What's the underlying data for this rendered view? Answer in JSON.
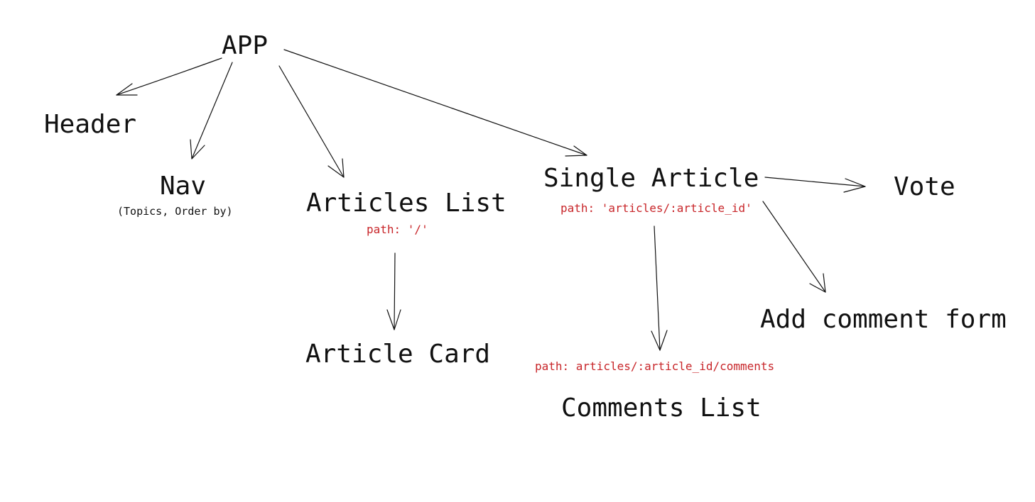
{
  "colors": {
    "ink": "#111111",
    "path_text": "#c8262a",
    "background": "#ffffff"
  },
  "nodes": {
    "app": {
      "label": "APP"
    },
    "header": {
      "label": "Header"
    },
    "nav": {
      "label": "Nav",
      "note": "(Topics, Order by)"
    },
    "articles_list": {
      "label": "Articles List",
      "path": "path: '/'"
    },
    "article_card": {
      "label": "Article Card"
    },
    "single_article": {
      "label": "Single Article",
      "path": "path: 'articles/:article_id'"
    },
    "vote": {
      "label": "Vote"
    },
    "add_comment_form": {
      "label": "Add comment form"
    },
    "comments_list": {
      "label": "Comments List",
      "path": "path: articles/:article_id/comments"
    }
  },
  "edges": [
    {
      "from": "APP",
      "to": "Header"
    },
    {
      "from": "APP",
      "to": "Nav"
    },
    {
      "from": "APP",
      "to": "Articles List"
    },
    {
      "from": "APP",
      "to": "Single Article"
    },
    {
      "from": "Articles List",
      "to": "Article Card"
    },
    {
      "from": "Single Article",
      "to": "Vote"
    },
    {
      "from": "Single Article",
      "to": "Add comment form"
    },
    {
      "from": "Single Article",
      "to": "Comments List"
    }
  ]
}
